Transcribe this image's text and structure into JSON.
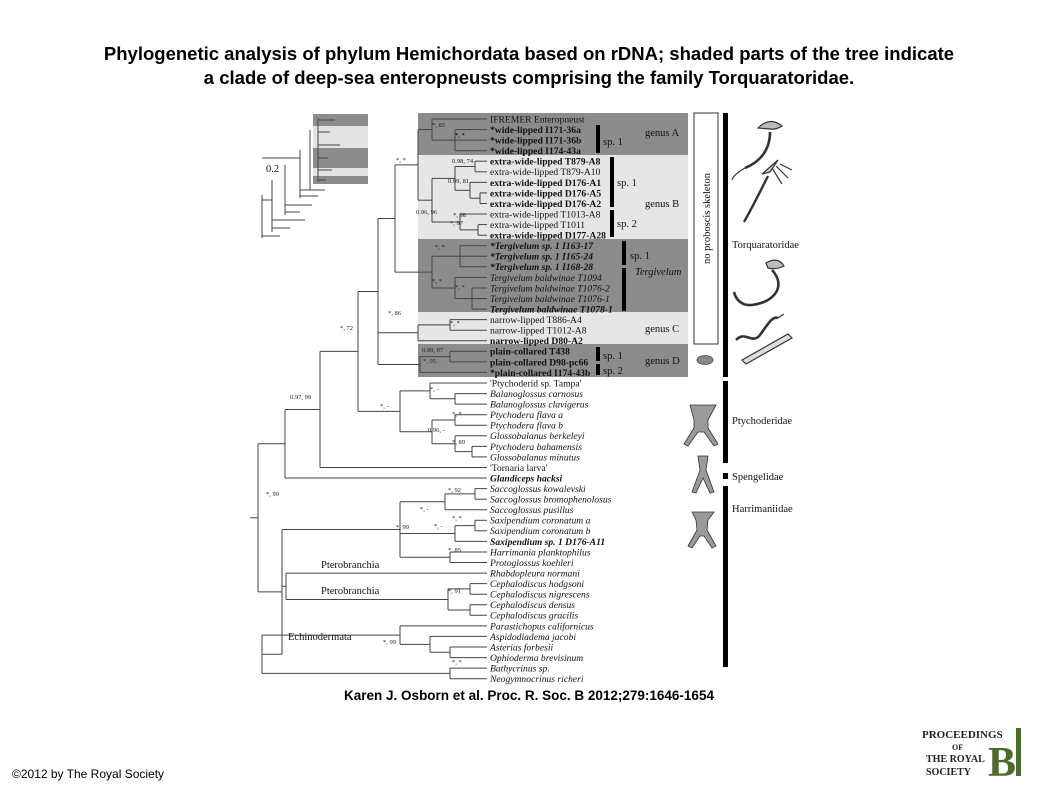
{
  "title": {
    "line1": "Phylogenetic analysis of phylum Hemichordata based on rDNA; shaded parts of the tree indicate",
    "line2": "a clade of deep-sea enteropneusts comprising the family Torquaratoridae."
  },
  "citation": "Karen J. Osborn et al. Proc. R. Soc. B 2012;279:1646-1654",
  "copyright": "©2012 by The Royal Society",
  "logo": {
    "line1": "PROCEEDINGS",
    "line2": "OF",
    "line3": "THE ROYAL",
    "line4": "SOCIETY",
    "letter": "B"
  },
  "scale_label": "0.2",
  "clade_groups": {
    "pterobranchia_1": "Pterobranchia",
    "pterobranchia_2": "Pterobranchia",
    "echinodermata": "Echinodermata"
  },
  "sub_labels": {
    "genus_a": "genus A",
    "sp1_a": "sp. 1",
    "sp1_b": "sp. 1",
    "sp2_b": "sp. 2",
    "genus_b": "genus B",
    "sp1_t": "sp. 1",
    "tergivelum": "Tergivelum",
    "genus_c": "genus C",
    "sp1_d": "sp. 1",
    "sp2_d": "sp. 2",
    "genus_d": "genus D"
  },
  "vertical_label": "no proboscis skeleton",
  "families": {
    "torquaratoridae": "Torquaratoridae",
    "ptychoderidae": "Ptychoderidae",
    "spengelidae": "Spengelidae",
    "harrimaniidae": "Harrimaniidae"
  },
  "taxa": [
    {
      "label": "IFREMER Enteropneust",
      "style": "r"
    },
    {
      "label": "*wide-lipped I171-36a",
      "style": "b"
    },
    {
      "label": "*wide-lipped I171-36b",
      "style": "b"
    },
    {
      "label": "*wide-lipped I174-43a",
      "style": "b"
    },
    {
      "label": "extra-wide-lipped T879-A8",
      "style": "b"
    },
    {
      "label": "extra-wide-lipped T879-A10",
      "style": "r"
    },
    {
      "label": "extra-wide-lipped D176-A1",
      "style": "b"
    },
    {
      "label": "extra-wide-lipped D176-A5",
      "style": "b"
    },
    {
      "label": "extra-wide-lipped D176-A2",
      "style": "b"
    },
    {
      "label": "extra-wide-lipped T1013-A8",
      "style": "r"
    },
    {
      "label": "extra-wide-lipped T1011",
      "style": "r"
    },
    {
      "label": "extra-wide-lipped D177-A28",
      "style": "b"
    },
    {
      "label": "*Tergivelum sp. 1 I163-17",
      "style": "bi"
    },
    {
      "label": "*Tergivelum sp. 1 I165-24",
      "style": "bi"
    },
    {
      "label": "*Tergivelum sp. 1 I168-28",
      "style": "bi"
    },
    {
      "label": "Tergivelum baldwinae T1094",
      "style": "i"
    },
    {
      "label": "Tergivelum baldwinae T1076-2",
      "style": "i"
    },
    {
      "label": "Tergivelum baldwinae T1076-1",
      "style": "i"
    },
    {
      "label": "Tergivelum baldwinae T1078-1",
      "style": "bi"
    },
    {
      "label": "narrow-lipped T886-A4",
      "style": "r"
    },
    {
      "label": "narrow-lipped T1012-A8",
      "style": "r"
    },
    {
      "label": "narrow-lipped D80-A2",
      "style": "b"
    },
    {
      "label": "plain-collared T438",
      "style": "b"
    },
    {
      "label": "plain-collared D98-pc66",
      "style": "b"
    },
    {
      "label": "*plain-collared I174-43b",
      "style": "b"
    },
    {
      "label": "'Ptychoderid sp. Tampa'",
      "style": "r"
    },
    {
      "label": "Balanoglossus carnosus",
      "style": "i"
    },
    {
      "label": "Balanoglossus clavigerus",
      "style": "i"
    },
    {
      "label": "Ptychodera flava a",
      "style": "i"
    },
    {
      "label": "Ptychodera flava b",
      "style": "i"
    },
    {
      "label": "Glossobalanus berkeleyi",
      "style": "i"
    },
    {
      "label": "Ptychodera bahamensis",
      "style": "i"
    },
    {
      "label": "Glossobalanus minutus",
      "style": "i"
    },
    {
      "label": "'Tornaria larva'",
      "style": "r"
    },
    {
      "label": "Glandiceps hacksi",
      "style": "bi"
    },
    {
      "label": "Saccoglossus kowalevski",
      "style": "i"
    },
    {
      "label": "Saccoglossus bromophenolosus",
      "style": "i"
    },
    {
      "label": "Saccoglossus pusillus",
      "style": "i"
    },
    {
      "label": "Saxipendium coronatum a",
      "style": "i"
    },
    {
      "label": "Saxipendium coronatum b",
      "style": "i"
    },
    {
      "label": "Saxipendium sp. 1 D176-A11",
      "style": "bi"
    },
    {
      "label": "Harrimania planktophilus",
      "style": "i"
    },
    {
      "label": "Protoglossus koehleri",
      "style": "i"
    },
    {
      "label": "Rhabdopleura normani",
      "style": "i"
    },
    {
      "label": "Cephalodiscus hodgsoni",
      "style": "i"
    },
    {
      "label": "Cephalodiscus nigrescens",
      "style": "i"
    },
    {
      "label": "Cephalodiscus densus",
      "style": "i"
    },
    {
      "label": "Cephalodiscus gracilis",
      "style": "i"
    },
    {
      "label": "Parastichopus californicus",
      "style": "i"
    },
    {
      "label": "Aspidodiadema jacobi",
      "style": "i"
    },
    {
      "label": "Asterias forbesii",
      "style": "i"
    },
    {
      "label": "Ophioderma brevisinum",
      "style": "i"
    },
    {
      "label": "Bathycrinus sp.",
      "style": "i"
    },
    {
      "label": "Neogymnocrinus richeri",
      "style": "i"
    }
  ],
  "support_values": [
    "*, 85",
    "*, *",
    "*, *",
    "0.98, 74",
    "0.99, 81",
    "0.96, 96",
    "*, 98",
    "*, 97",
    "*, *",
    "*, *",
    "*, *",
    "*, *",
    "*, 86",
    "*, *",
    "*, 72",
    "0.99, 97",
    "*, 95",
    "0.97, 99",
    "*, -",
    "*, -",
    "*, *",
    "0.96, -",
    "*, 89",
    "*, 99",
    "*, 92",
    "*, -",
    "*, *",
    "*, -",
    "*, 99",
    "*, 85",
    "*, 91",
    "*, 99",
    "*, *"
  ]
}
